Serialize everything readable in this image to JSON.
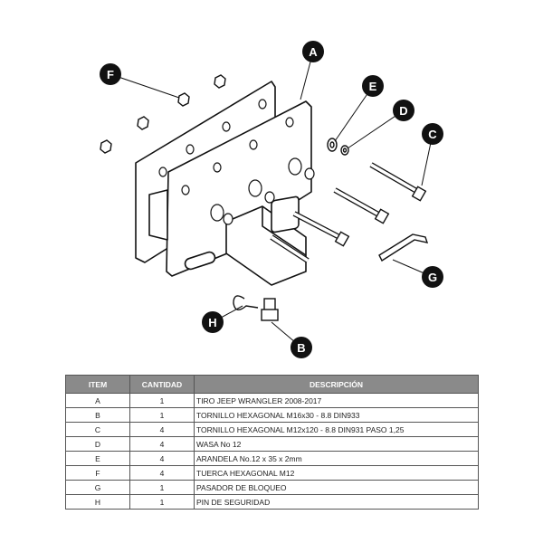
{
  "callouts": {
    "A": "A",
    "B": "B",
    "C": "C",
    "D": "D",
    "E": "E",
    "F": "F",
    "G": "G",
    "H": "H"
  },
  "table": {
    "headers": [
      "ITEM",
      "CANTIDAD",
      "DESCRIPCIÓN"
    ],
    "rows": [
      {
        "item": "A",
        "qty": "1",
        "desc": "TIRO JEEP WRANGLER 2008-2017"
      },
      {
        "item": "B",
        "qty": "1",
        "desc": "TORNILLO  HEXAGONAL M16x30 - 8.8 DIN933"
      },
      {
        "item": "C",
        "qty": "4",
        "desc": "TORNILLO  HEXAGONAL M12x120 - 8.8 DIN931 PASO 1,25"
      },
      {
        "item": "D",
        "qty": "4",
        "desc": "WASA No 12"
      },
      {
        "item": "E",
        "qty": "4",
        "desc": "ARANDELA No.12 x 35 x 2mm"
      },
      {
        "item": "F",
        "qty": "4",
        "desc": "TUERCA HEXAGONAL M12"
      },
      {
        "item": "G",
        "qty": "1",
        "desc": "PASADOR DE BLOQUEO"
      },
      {
        "item": "H",
        "qty": "1",
        "desc": "PIN DE SEGURIDAD"
      }
    ]
  }
}
